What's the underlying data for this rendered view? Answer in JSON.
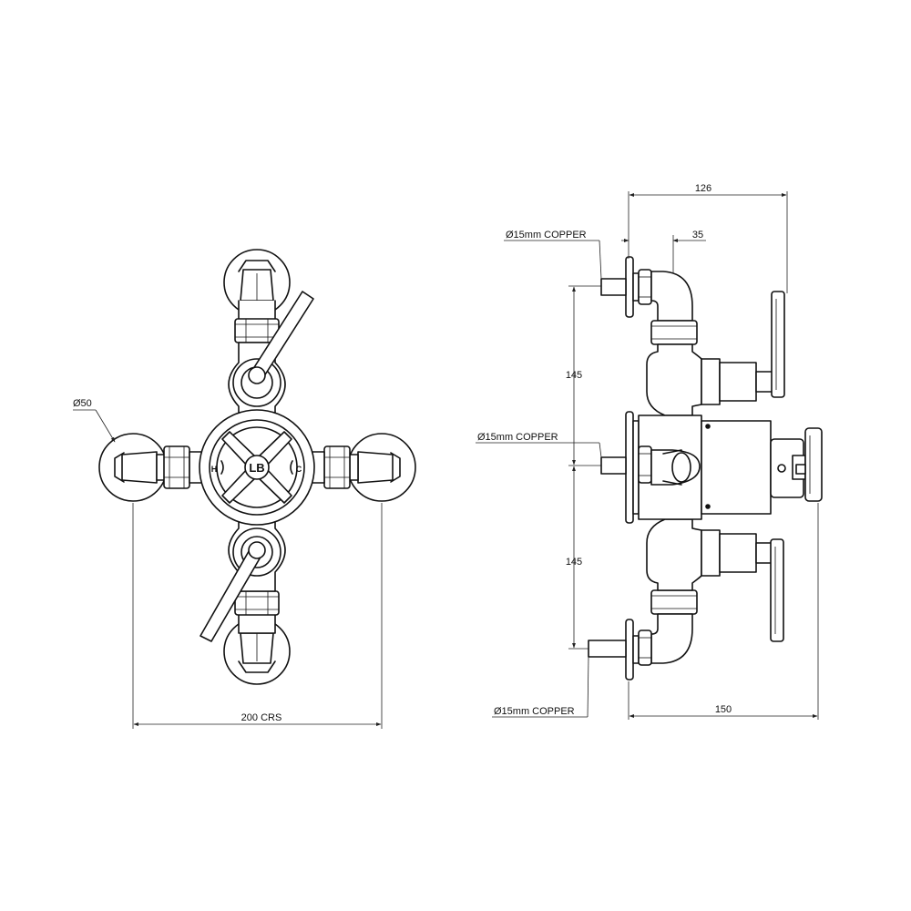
{
  "front_view": {
    "diameter_label": "Ø50",
    "crs_label": "200 CRS",
    "handle_monogram": "LB",
    "hot_mark": "H",
    "cold_mark": "C"
  },
  "side_view": {
    "depth_label": "126",
    "offset_label": "35",
    "spacing_top_label": "145",
    "spacing_bottom_label": "145",
    "width_label": "150",
    "copper_top_label": "Ø15mm COPPER",
    "copper_mid_label": "Ø15mm COPPER",
    "copper_bottom_label": "Ø15mm COPPER"
  }
}
